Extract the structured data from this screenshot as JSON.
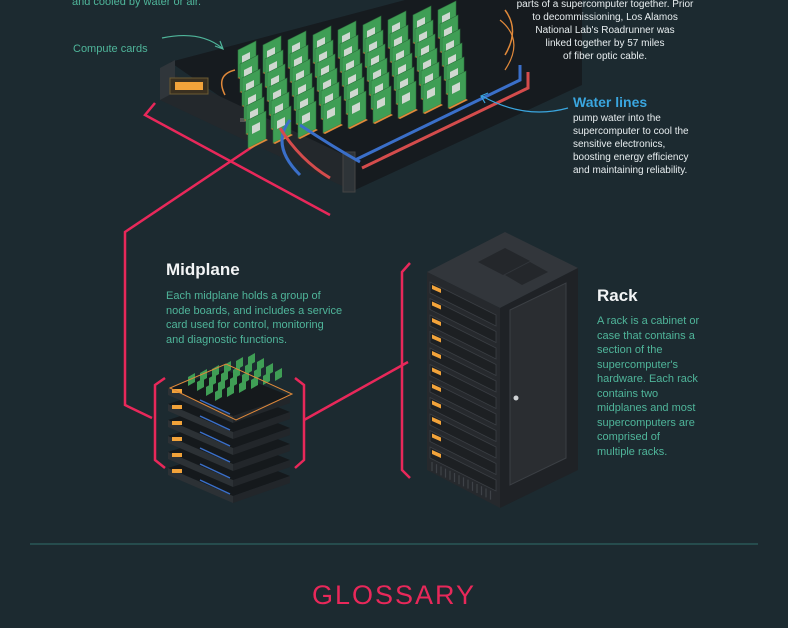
{
  "top_left_fragment": "and cooled by water or air.",
  "compute_cards_label": "Compute cards",
  "top_right_note": {
    "lines": [
      "parts of a supercomputer together. Prior",
      "to decommissioning, Los Alamos",
      "National Lab's Roadrunner was",
      "linked together by 57 miles",
      "of fiber optic cable."
    ]
  },
  "water_lines": {
    "title": "Water lines",
    "lines": [
      "pump water into the",
      "supercomputer to cool the",
      "sensitive electronics,",
      "boosting energy efficiency",
      "and maintaining reliability."
    ]
  },
  "midplane": {
    "title": "Midplane",
    "lines": [
      "Each midplane holds a group of",
      "node boards, and includes a service",
      "card used for control, monitoring",
      "and diagnostic functions."
    ]
  },
  "rack": {
    "title": "Rack",
    "lines": [
      "A rack is a cabinet or",
      "case that contains a",
      "section of the",
      "supercomputer's",
      "hardware. Each rack",
      "contains two",
      "midplanes and most",
      "supercomputers are",
      "comprised of",
      "multiple racks."
    ]
  },
  "glossary_title": "GLOSSARY",
  "colors": {
    "background": "#1c2a30",
    "accent_red": "#e8285a",
    "text_green": "#4fb59a",
    "text_blue": "#3aa6df",
    "board_green": "#3f9e55",
    "rack_body": "#2a2d31"
  }
}
